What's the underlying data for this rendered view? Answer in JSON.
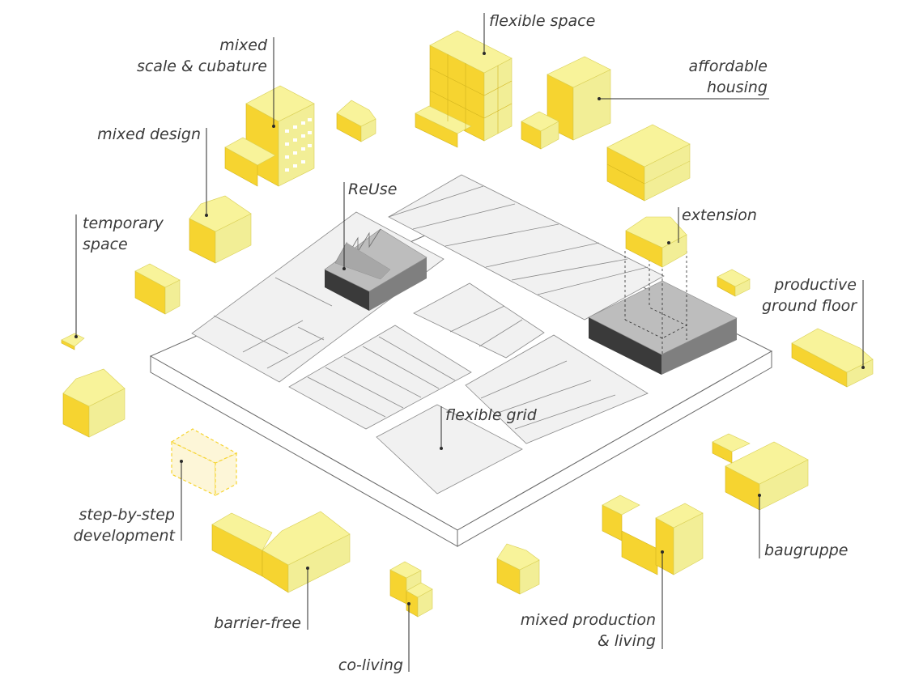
{
  "labels": {
    "flexible_space": "flexible space",
    "mixed_scale_1": "mixed",
    "mixed_scale_2": "scale  & cubature",
    "affordable_1": "affordable",
    "affordable_2": "housing",
    "mixed_design": "mixed design",
    "reuse": "ReUse",
    "extension": "extension",
    "temporary_1": "temporary",
    "temporary_2": "space",
    "productive_1": "productive",
    "productive_2": "ground floor",
    "flexible_grid": "flexible grid",
    "step_1": "step-by-step",
    "step_2": "development",
    "baugruppe": "baugruppe",
    "barrier_free": "barrier-free",
    "mixed_production_1": "mixed production",
    "mixed_production_2": "& living",
    "co_living": "co-living"
  },
  "colors": {
    "yellow_top": "#f8f39a",
    "yellow_front": "#f6d430",
    "yellow_side": "#f2ee96",
    "gray_dark": "#3a3a3a",
    "gray_side": "#7f7f7f"
  }
}
